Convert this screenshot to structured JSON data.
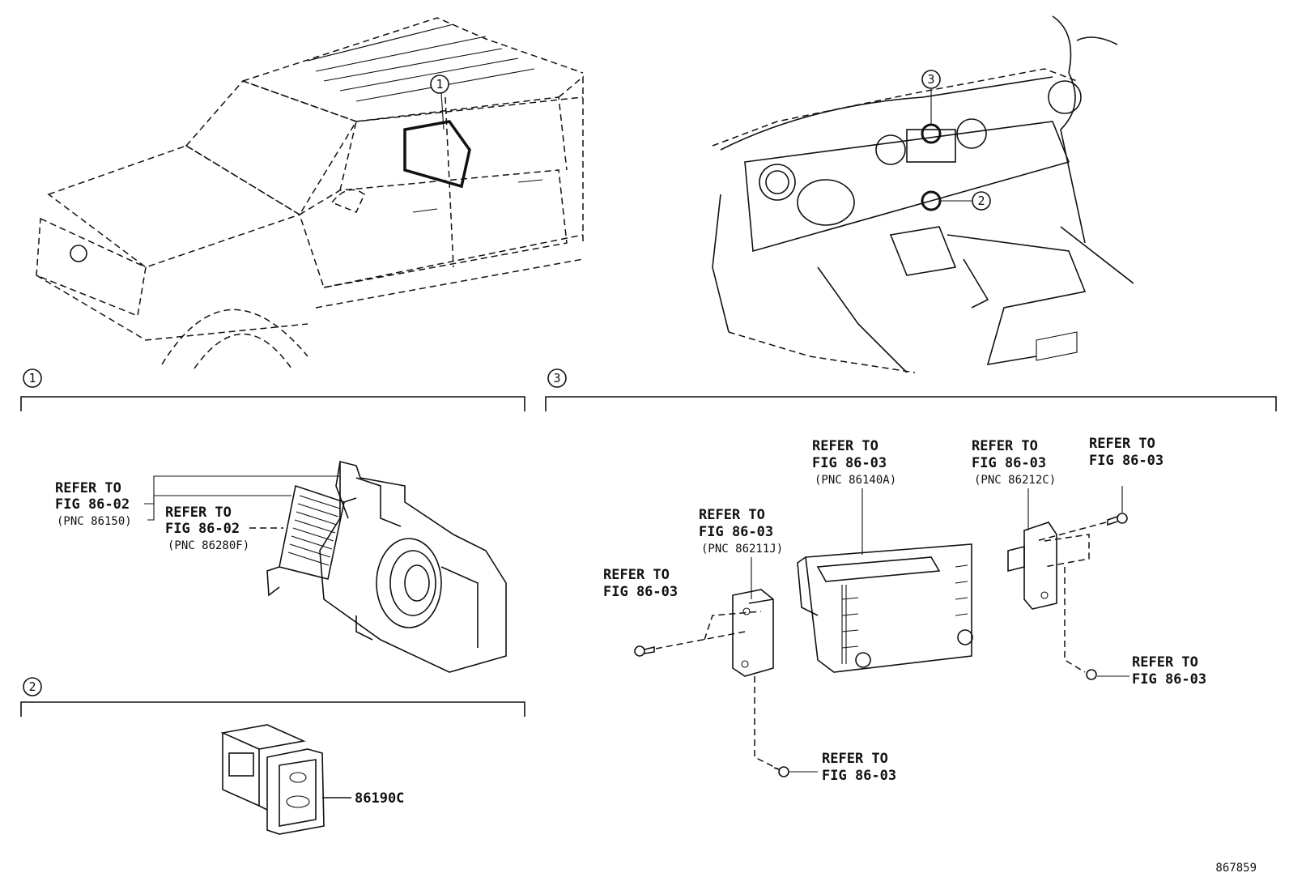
{
  "callouts": {
    "c1": "1",
    "c2": "2",
    "c3": "3"
  },
  "section_1": {
    "amp_ref": [
      "REFER TO",
      "FIG 86-02",
      "(PNC 86150)"
    ],
    "sub_ref": [
      "REFER TO",
      "FIG 86-02",
      "(PNC 86280F)"
    ]
  },
  "section_2": {
    "part_number": "86190C"
  },
  "section_3": {
    "head_unit_ref": [
      "REFER TO",
      "FIG 86-03",
      "(PNC 86140A)"
    ],
    "left_bracket_ref": [
      "REFER TO",
      "FIG 86-03",
      "(PNC 86211J)"
    ],
    "right_bracket_ref": [
      "REFER TO",
      "FIG 86-03",
      "(PNC 86212C)"
    ],
    "left_screw_ref": [
      "REFER TO",
      "FIG 86-03"
    ],
    "bottom_screw_ref": [
      "REFER TO",
      "FIG 86-03"
    ],
    "top_right_screw_ref": [
      "REFER TO",
      "FIG 86-03"
    ],
    "right_screw_ref": [
      "REFER TO",
      "FIG 86-03"
    ]
  },
  "diagram_id": "867859"
}
